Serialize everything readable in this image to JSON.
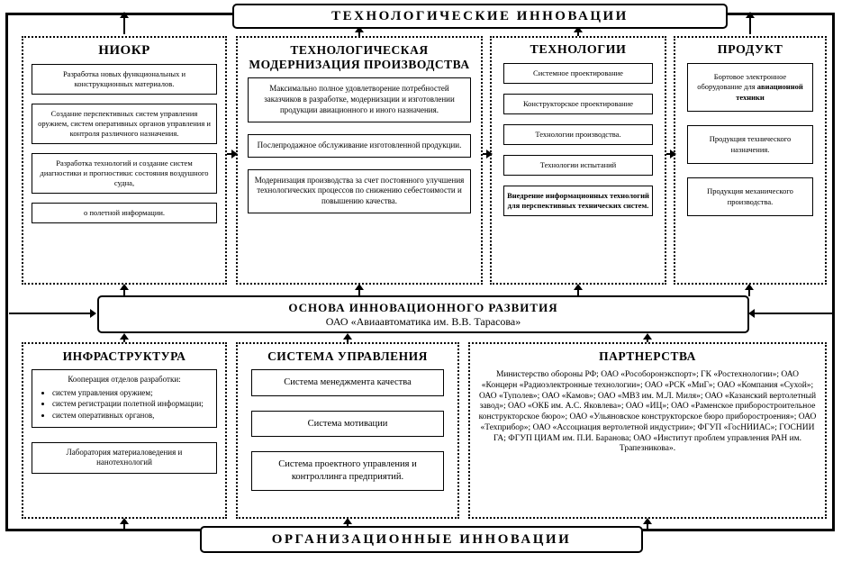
{
  "banners": {
    "top": "ТЕХНОЛОГИЧЕСКИЕ ИННОВАЦИИ",
    "middle_title": "ОСНОВА ИННОВАЦИОННОГО  РАЗВИТИЯ",
    "middle_org": "ОАО «Авиаавтоматика им. В.В. Тарасова»",
    "bottom": "ОРГАНИЗАЦИОННЫЕ ИННОВАЦИИ"
  },
  "niokr": {
    "title": "НИОКР",
    "items": [
      "Разработка новых функциональных и конструкционных материалов.",
      "Создание перспективных систем управления оружием, систем оперативных органов управления и контроля различного назначения.",
      "Разработка технологий и создание систем диагностики и прогностики: состояния воздушного судна,",
      "о полетной информации."
    ]
  },
  "modernization": {
    "title": "ТЕХНОЛОГИЧЕСКАЯ МОДЕРНИЗАЦИЯ ПРОИЗВОДСТВА",
    "items": [
      "Максимально полное удовлетворение потребностей заказчиков в разработке, модернизации и изготовлении продукции авиационного и иного назначения.",
      "Послепродажное обслуживание изготовленной продукции.",
      "Модернизация производства за счет постоянного улучшения технологических процессов по снижению себестоимости и повышению качества."
    ]
  },
  "technologies": {
    "title": "ТЕХНОЛОГИИ",
    "items": [
      "Системное проектирование",
      "Конструкторское проектирование",
      "Технологии производства.",
      "Технологии испытаний",
      "Внедрение информационных технологий для перспективных технических систем."
    ]
  },
  "product": {
    "title": "ПРОДУКТ",
    "box1_text": "Бортовое электронное оборудование для ",
    "box1_bold": "авиационной техники",
    "items": [
      "Продукция технического назначения.",
      "Продукция механического производства."
    ]
  },
  "infrastructure": {
    "title": "ИНФРАСТРУКТУРА",
    "coop_header": "Кооперация отделов разработки:",
    "coop_items": [
      "систем управления оружием;",
      "систем регистрации полетной информации;",
      "систем оперативных органов,"
    ],
    "lab": "Лаборатория материаловедения и нанотехнологий"
  },
  "management": {
    "title": "СИСТЕМА УПРАВЛЕНИЯ",
    "items": [
      "Система менеджмента качества",
      "Система мотивации",
      "Система проектного управления и контроллинга предприятий."
    ]
  },
  "partnerships": {
    "title": "ПАРТНЕРСТВА",
    "text": "Министерство обороны РФ; ОАО «Рособоронэкспорт»; ГК «Ростехнологии»; ОАО «Концерн «Радиоэлектронные технологии»; ОАО «РСК «МиГ»; ОАО «Компания «Сухой»; ОАО «Туполев»; ОАО «Камов»; ОАО «МВЗ им. М.Л. Миля»; ОАО «Казанский вертолетный завод»; ОАО «ОКБ им. А.С. Яковлева»; ОАО «ИЦ»; ОАО «Раменское приборостроительное конструкторское бюро»; ОАО «Ульяновское конструкторское бюро приборостроения»; ОАО «Техприбор»; ОАО «Ассоциация вертолетной индустрии»; ФГУП «ГосНИИАС»; ГОСНИИ ГА; ФГУП ЦИАМ им. П.И. Баранова; ОАО «Институт проблем управления РАН им. Трапезникова»."
  }
}
